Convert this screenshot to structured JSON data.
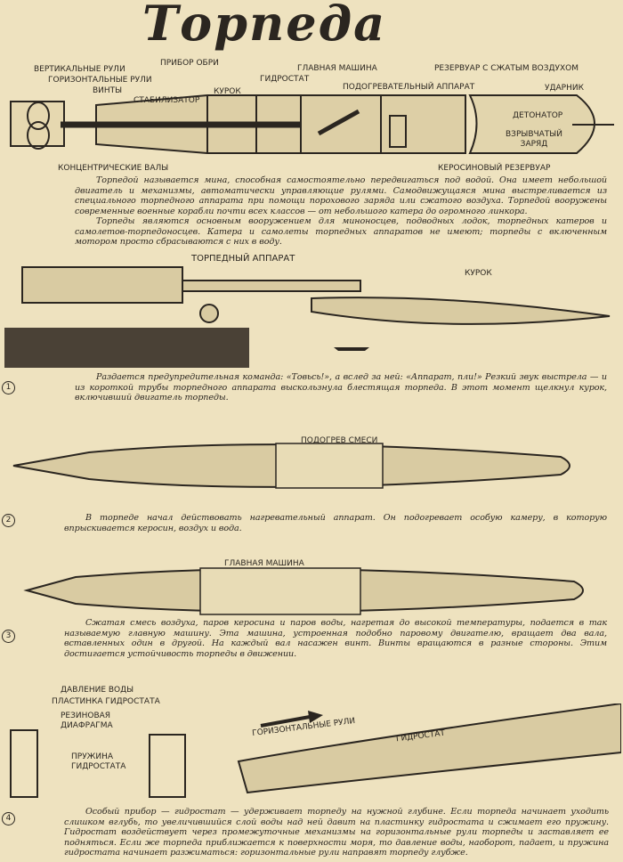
{
  "title": "Торпеда",
  "diagram": {
    "labels": {
      "vertical_rudders": "ВЕРТИКАЛЬНЫЕ РУЛИ",
      "horizontal_rudders": "ГОРИЗОНТАЛЬНЫЕ РУЛИ",
      "propellers": "ВИНТЫ",
      "stabilizer": "СТАБИЛИЗАТОР",
      "obri_device": "ПРИБОР ОБРИ",
      "trigger": "КУРОК",
      "hydrostat": "ГИДРОСТАТ",
      "main_engine": "ГЛАВНАЯ МАШИНА",
      "heater": "ПОДОГРЕВАТЕЛЬНЫЙ АППАРАТ",
      "air_tank": "РЕЗЕРВУАР С СЖАТЫМ ВОЗДУХОМ",
      "striker": "УДАРНИК",
      "detonator": "ДЕТОНАТОР",
      "explosive_charge": "ВЗРЫВЧАТЫЙ ЗАРЯД",
      "shafts": "КОНЦЕНТРИЧЕСКИЕ ВАЛЫ",
      "kerosene_tank": "КЕРОСИНОВЫЙ РЕЗЕРВУАР"
    }
  },
  "intro": [
    "Торпедой называется мина, способная самостоятельно передвигаться под водой. Она имеет небольшой двигатель и механизмы, автоматически управляющие рулями. Самодвижущаяся мина выстреливается из специального торпедного аппарата при помощи порохового заряда или сжатого воздуха. Торпедой вооружены современные военные корабли почти всех классов — от небольшого катера до огромного линкора.",
    "Торпеды являются основным вооружением для миноносцев, подводных лодок, торпедных катеров и самолетов-торпедоносцев. Катера и самолеты торпедных аппаратов не имеют; торпеды с включенным мотором просто сбрасываются с них в воду."
  ],
  "panel1": {
    "heading": "ТОРПЕДНЫЙ АППАРАТ",
    "trigger": "КУРОК",
    "number": "1",
    "text": "Раздается предупредительная команда: «Товьсь!», а вслед за ней: «Аппарат, пли!» Резкий звук выстрела — и из короткой трубы торпедного аппарата выскользнула блестящая торпеда. В этот момент щелкнул курок, включивший двигатель торпеды."
  },
  "panel2": {
    "heading": "ПОДОГРЕВ СМЕСИ",
    "number": "2",
    "text": "В торпеде начал действовать нагревательный аппарат. Он подогревает особую камеру, в которую впрыскивается керосин, воздух и вода."
  },
  "panel3": {
    "heading": "ГЛАВНАЯ МАШИНА",
    "number": "3",
    "text": "Сжатая смесь воздуха, паров керосина и паров воды, нагретая до высокой температуры, подается в так называемую главную машину. Эта машина, устроенная подобно паровому двигателю, вращает два вала, вставленных один в другой. На каждый вал насажен винт. Винты вращаются в разные стороны. Этим достигается устойчивость торпеды в движении."
  },
  "panel4": {
    "water_pressure": "ДАВЛЕНИЕ ВОДЫ",
    "plate": "ПЛАСТИНКА ГИДРОСТАТА",
    "diaphragm": "РЕЗИНОВАЯ ДИАФРАГМА",
    "spring": "ПРУЖИНА ГИДРОСТАТА",
    "horizontal_rudders": "ГОРИЗОНТАЛЬНЫЕ РУЛИ",
    "hydrostat": "ГИДРОСТАТ",
    "number": "4",
    "text": "Особый прибор — гидростат — удерживает торпеду на нужной глубине. Если торпеда начинает уходить слишком вглубь, то увеличившийся слой воды над ней давит на пластинку гидростата и сжимает его пружину. Гидростат воздействует через промежуточные механизмы на горизонтальные рули торпеды и заставляет ее подняться. Если же торпеда приближается к поверхности моря, то давление воды, наоборот, падает, и пружина гидростата начинает разжиматься: горизонтальные рули направят торпеду глубже."
  }
}
